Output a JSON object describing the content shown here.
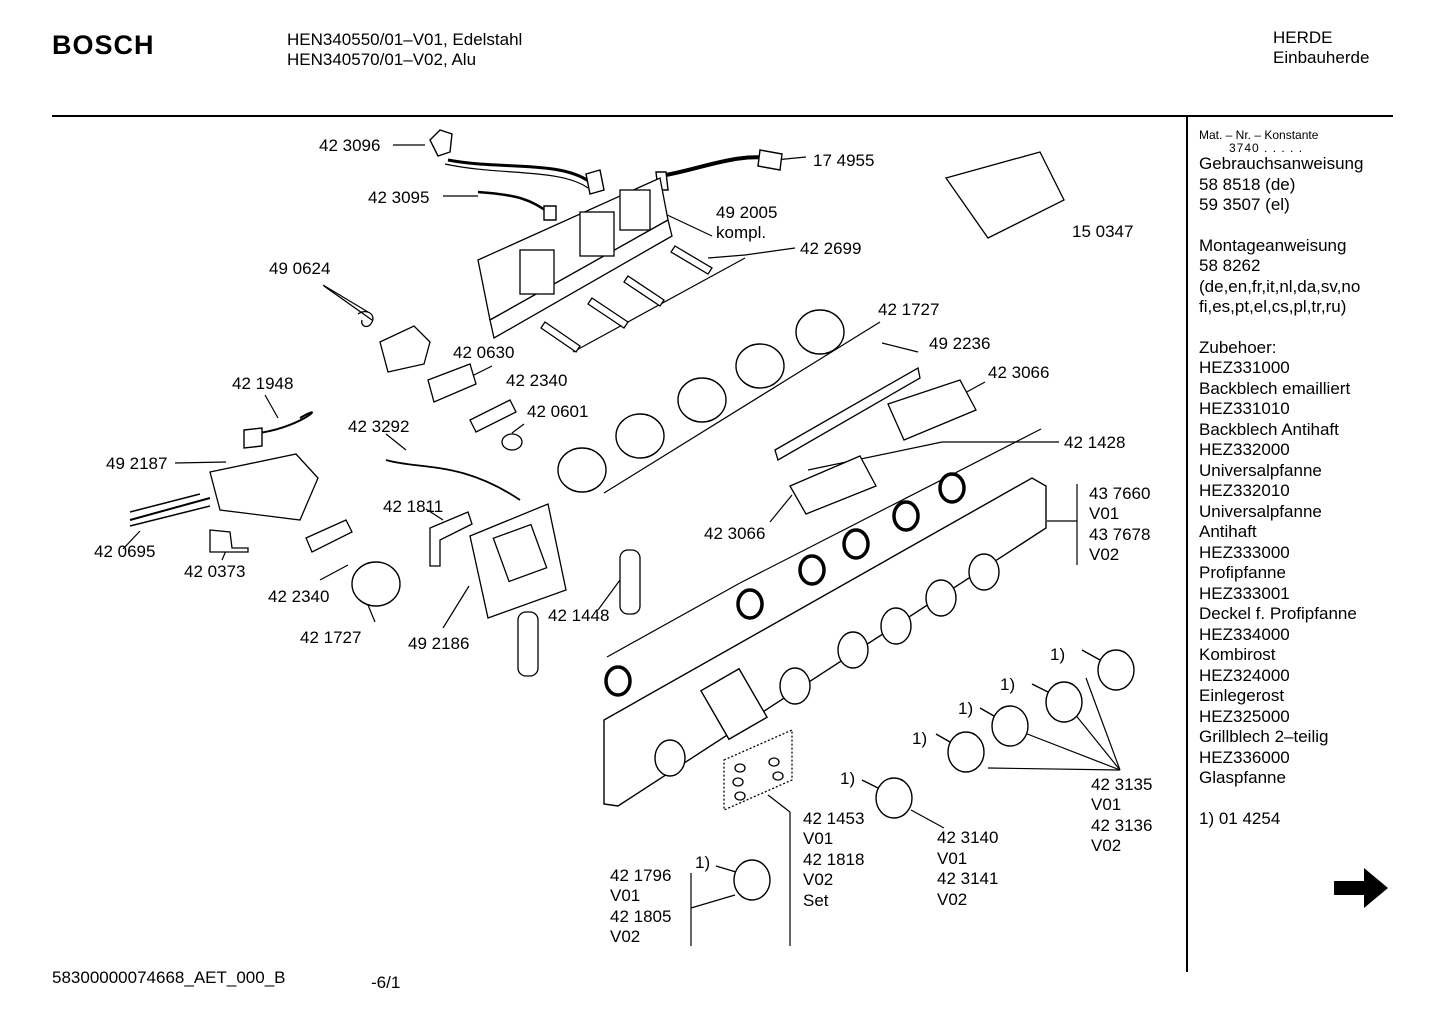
{
  "header": {
    "brand": "BOSCH",
    "model_line_1": "HEN340550/01–V01, Edelstahl",
    "model_line_2": "HEN340570/01–V02, Alu",
    "category_line_1": "HERDE",
    "category_line_2": "Einbauherde"
  },
  "sidebar": {
    "mat_header": "Mat. – Nr. – Konstante",
    "mat_number": "3740",
    "mat_dots": ". . . . .",
    "manual_title": "Gebrauchsanweisung",
    "manual_items": [
      "58 8518 (de)",
      "59 3507 (el)"
    ],
    "assembly_title": "Montageanweisung",
    "assembly_items": [
      "58 8262",
      "(de,en,fr,it,nl,da,sv,no",
      "fi,es,pt,el,cs,pl,tr,ru)"
    ],
    "accessories_title": "Zubehoer:",
    "accessories": [
      "HEZ331000",
      "Backblech emailliert",
      "HEZ331010",
      "Backblech Antihaft",
      "HEZ332000",
      "Universalpfanne",
      "HEZ332010",
      "Universalpfanne",
      "Antihaft",
      "HEZ333000",
      "Profipfanne",
      "HEZ333001",
      "Deckel f. Profipfanne",
      "HEZ334000",
      "Kombirost",
      "HEZ324000",
      "Einlegerost",
      "HEZ325000",
      "Grillblech 2–teilig",
      "HEZ336000",
      "Glaspfanne"
    ],
    "footnote": "1) 01 4254",
    "next_icon": "arrow-right-icon"
  },
  "diagram": {
    "labels": {
      "p423096": "42 3096",
      "p174955": "17 4955",
      "p423095": "42 3095",
      "p492005": "49 2005",
      "kompl": "kompl.",
      "p150347": "15 0347",
      "p422699": "42 2699",
      "p490624": "49 0624",
      "p421727a": "42 1727",
      "p492236": "49 2236",
      "p420630": "42 0630",
      "p423066a": "42 3066",
      "p422340a": "42 2340",
      "p421948": "42 1948",
      "p420601": "42 0601",
      "p423292": "42 3292",
      "p421428": "42 1428",
      "p492187": "49 2187",
      "p437660": "43 7660",
      "v01a": "V01",
      "p437678": "43 7678",
      "v02a": "V02",
      "p421811": "42 1811",
      "p423066b": "42 3066",
      "p420695": "42 0695",
      "p420373": "42 0373",
      "p422340b": "42 2340",
      "p421448": "42 1448",
      "p421727b": "42 1727",
      "p492186": "49 2186",
      "fn1": "1)",
      "fn2": "1)",
      "fn3": "1)",
      "fn4": "1)",
      "fn5": "1)",
      "fn6": "1)",
      "p423135": "42 3135",
      "v01b": "V01",
      "p423136": "42 3136",
      "v02b": "V02",
      "p421453": "42 1453",
      "v01c": "V01",
      "p421818": "42 1818",
      "v02c": "V02",
      "set": "Set",
      "p423140": "42 3140",
      "v01d": "V01",
      "p423141": "42 3141",
      "v02d": "V02",
      "p421796": "42 1796",
      "v01e": "V01",
      "p421805": "42 1805",
      "v02e": "V02"
    }
  },
  "footer": {
    "doc_id": "58300000074668_AET_000_B",
    "sheet": "-6/1"
  }
}
